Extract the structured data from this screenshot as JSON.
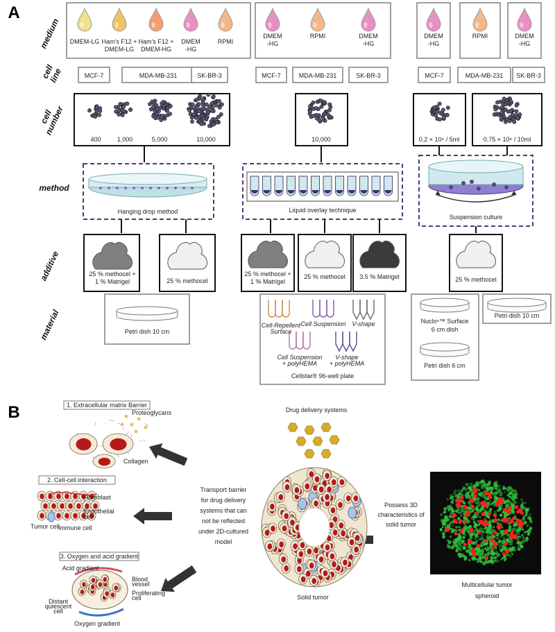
{
  "panel_a": {
    "letter": "A",
    "row_labels": {
      "medium": "medium",
      "cell_line": [
        "cell",
        "line"
      ],
      "cell_number": [
        "cell",
        "number"
      ],
      "method": "method",
      "additive": "additive",
      "material": "material"
    },
    "groups": [
      {
        "media": [
          {
            "lines": [
              "DMEM-LG"
            ],
            "color": "#efe18f"
          },
          {
            "lines": [
              "Ham's F12 +",
              "DMEM-LG"
            ],
            "color": "#efc36a"
          },
          {
            "lines": [
              "Ham's F12 +",
              "DMEM-HG"
            ],
            "color": "#f2a070"
          },
          {
            "lines": [
              "DMEM",
              "-HG"
            ],
            "color": "#e98fc4"
          },
          {
            "lines": [
              "RPMI"
            ],
            "color": "#f4b78a"
          }
        ],
        "cell_lines": [
          "MCF-7",
          "MDA-MB-231",
          "SK-BR-3"
        ],
        "cell_numbers": [
          "400",
          "1,000",
          "5,000",
          "10,000"
        ],
        "method": "Hanging drop method",
        "additives": [
          {
            "lines": [
              "25 % methocel +",
              "1 % Matrigel"
            ],
            "shade": "#7f7f7f"
          },
          {
            "lines": [
              "25 % methocel"
            ],
            "shade": "#f0f0f0"
          }
        ],
        "materials": [
          "Petri dish 10 cm"
        ]
      },
      {
        "media": [
          {
            "lines": [
              "DMEM",
              "-HG"
            ],
            "color": "#e98fc4"
          },
          {
            "lines": [
              "RPMI"
            ],
            "color": "#f4b78a"
          },
          {
            "lines": [
              "DMEM",
              "-HG"
            ],
            "color": "#e98fc4"
          }
        ],
        "cell_lines": [
          "MCF-7",
          "MDA-MB-231",
          "SK-BR-3"
        ],
        "cell_numbers": [
          "10,000"
        ],
        "method": "Liquid overlay technique",
        "additives": [
          {
            "lines": [
              "25 % methocel +",
              "1 % Matrigel"
            ],
            "shade": "#7f7f7f"
          },
          {
            "lines": [
              "25 % methocel"
            ],
            "shade": "#f0f0f0"
          },
          {
            "lines": [
              "3.5 % Matrigel"
            ],
            "shade": "#3b3b3b"
          }
        ],
        "plate_wells": [
          {
            "lines": [
              "Cell-Repellent",
              "Surface"
            ]
          },
          {
            "lines": [
              "Cell Suspension"
            ]
          },
          {
            "lines": [
              "V-shape"
            ]
          },
          {
            "lines": [
              "Cell Suspension",
              "+ polyHEMA"
            ]
          },
          {
            "lines": [
              "V-shape",
              "+ polyHEMA"
            ]
          }
        ],
        "plate_title": "Cellstar® 96-well plate"
      },
      {
        "media": [
          {
            "lines": [
              "DMEM",
              "-HG"
            ],
            "color": "#e98fc4"
          },
          {
            "lines": [
              "RPMI"
            ],
            "color": "#f4b78a"
          },
          {
            "lines": [
              "DMEM",
              "-HG"
            ],
            "color": "#e98fc4"
          }
        ],
        "cell_lines": [
          "MCF-7",
          "MDA-MB-231",
          "SK-BR-3"
        ],
        "cell_numbers": [
          "0.2 × 10⁶ / 5ml",
          "0.75 × 10⁶ / 10ml"
        ],
        "method": "Suspension culture",
        "additives": [
          {
            "lines": [
              "25 % methocel"
            ],
            "shade": "#f0f0f0"
          }
        ],
        "materials": [
          "Nucloͭᴹ Surface",
          "6 cm dish",
          "Petri dish 6 cm",
          "Petri dish 10 cm"
        ],
        "material_labels": {
          "nuclon_line1": "Nucloⁿ™ Surface",
          "nuclon_line2": "6 cm dish",
          "petri6": "Petri dish 6 cm",
          "petri10": "Petri dish 10 cm"
        }
      }
    ]
  },
  "panel_b": {
    "letter": "B",
    "barriers": [
      {
        "title": "1. Extracellular matrix Barrier",
        "labels": [
          "Proteoglycans",
          "Collagen"
        ]
      },
      {
        "title": "2. Cell-cell interaction",
        "labels": [
          "Fibroblast",
          "Endothelial",
          "cell",
          "Tumor cell",
          "Immune cell"
        ]
      },
      {
        "title": "3. Oxygen and acid gradient",
        "labels": [
          "Acid gradient",
          "Blood",
          "vessel",
          "Proliferating",
          "cell",
          "Distant",
          "quiescent",
          "cell",
          "Oxygen gradient"
        ]
      }
    ],
    "transport_text": [
      "Transport barrier",
      "for drug delivery",
      "systems that can",
      "not be reflected",
      "under 2D-cultured",
      "model"
    ],
    "drug_delivery": "Drug delivery systems",
    "solid_tumor": "Solid tumor",
    "possess_text": [
      "Possess  3D",
      "characteristics of",
      "solid tumor"
    ],
    "spheroid_label": [
      "Multicellular tumor",
      "spheroid"
    ]
  },
  "colors": {
    "method_dash": "#4b3a78",
    "tumor_cell_fill": "#f3ead8",
    "tumor_nucleus": "#b51919",
    "blue_cell": "#a9c3e6",
    "hexagon": "#d6ac2a",
    "arrow": "#333333",
    "spheroid_bg": "#0b0b0b",
    "spheroid_green": "#2fc43b",
    "spheroid_red": "#ff1e1e"
  }
}
